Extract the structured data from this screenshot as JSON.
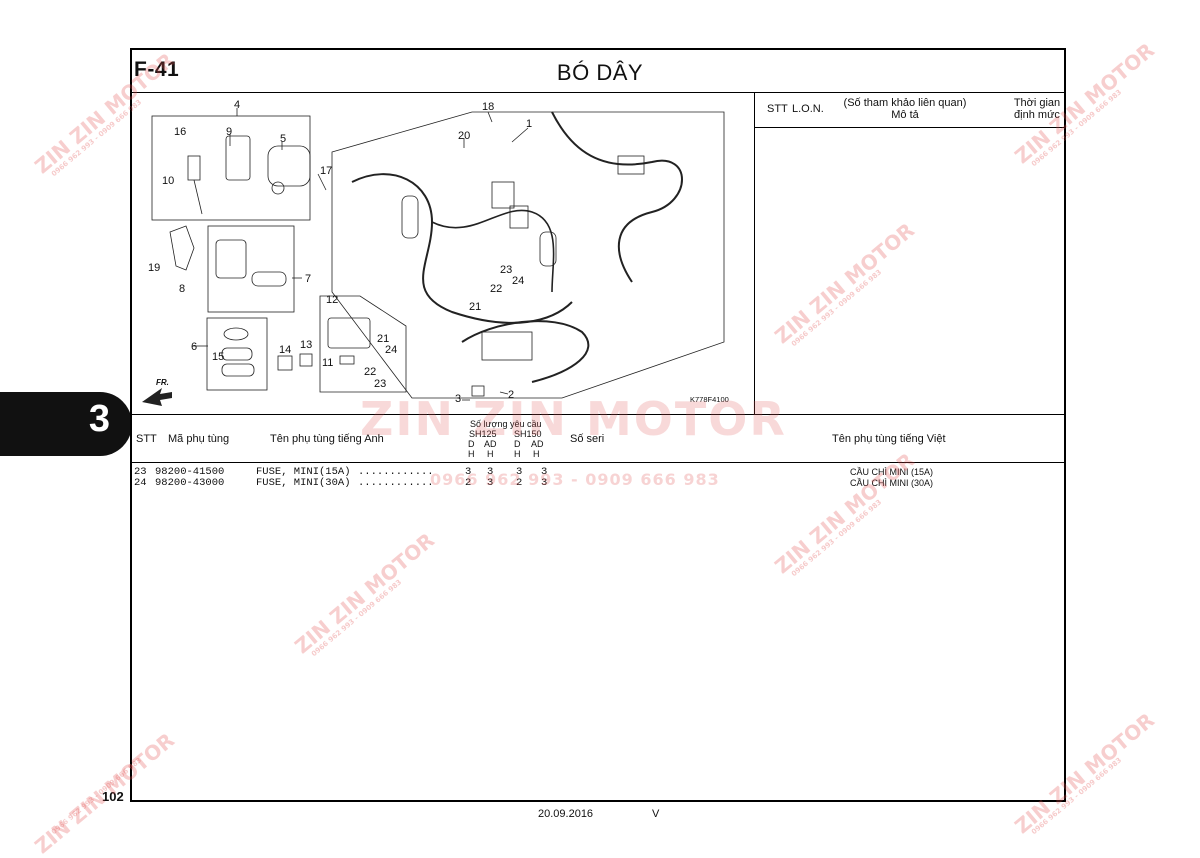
{
  "header": {
    "code": "F-41",
    "title": "BÓ DÂY"
  },
  "side_tab": {
    "section": "3"
  },
  "right_panel": {
    "col_stt": "STT",
    "col_lon": "L.O.N.",
    "col_ref_line1": "(Số tham khảo liên quan)",
    "col_ref_line2": "Mô tả",
    "col_time_line1": "Thời gian",
    "col_time_line2": "định mức"
  },
  "diagram": {
    "ref_code": "K778F4100",
    "direction_label": "FR.",
    "callouts": [
      "1",
      "2",
      "3",
      "4",
      "5",
      "6",
      "7",
      "8",
      "9",
      "10",
      "11",
      "12",
      "13",
      "14",
      "15",
      "16",
      "17",
      "18",
      "19",
      "20",
      "21",
      "22",
      "23",
      "24",
      "21",
      "22",
      "23",
      "24"
    ]
  },
  "table": {
    "headers": {
      "stt": "STT",
      "part_no": "Mã phụ tùng",
      "name_en": "Tên phụ tùng tiếng Anh",
      "qty_title": "Số lượng yêu cầu",
      "sh125": "SH125",
      "sh150": "SH150",
      "qty_cols": [
        "D",
        "AD",
        "D",
        "AD"
      ],
      "qty_sub": [
        "H",
        "H",
        "H",
        "H"
      ],
      "serial": "Số seri",
      "name_vi": "Tên phụ tùng tiếng Việt"
    },
    "rows": [
      {
        "stt": "23",
        "part_no": "98200-41500",
        "name_en": "FUSE, MINI(15A)",
        "dots": "............",
        "qty": [
          "3",
          "3",
          "3",
          "3"
        ],
        "name_vi": "CẦU CHÌ MINI (15A)"
      },
      {
        "stt": "24",
        "part_no": "98200-43000",
        "name_en": "FUSE, MINI(30A)",
        "dots": "............",
        "qty": [
          "2",
          "3",
          "2",
          "3"
        ],
        "name_vi": "CẦU CHÌ MINI (30A)"
      }
    ]
  },
  "footer": {
    "page_number": "102",
    "date": "20.09.2016",
    "version": "V"
  },
  "watermark": {
    "brand": "ZIN ZIN MOTOR",
    "phone": "0966 962 993 - 0909 666 983"
  }
}
